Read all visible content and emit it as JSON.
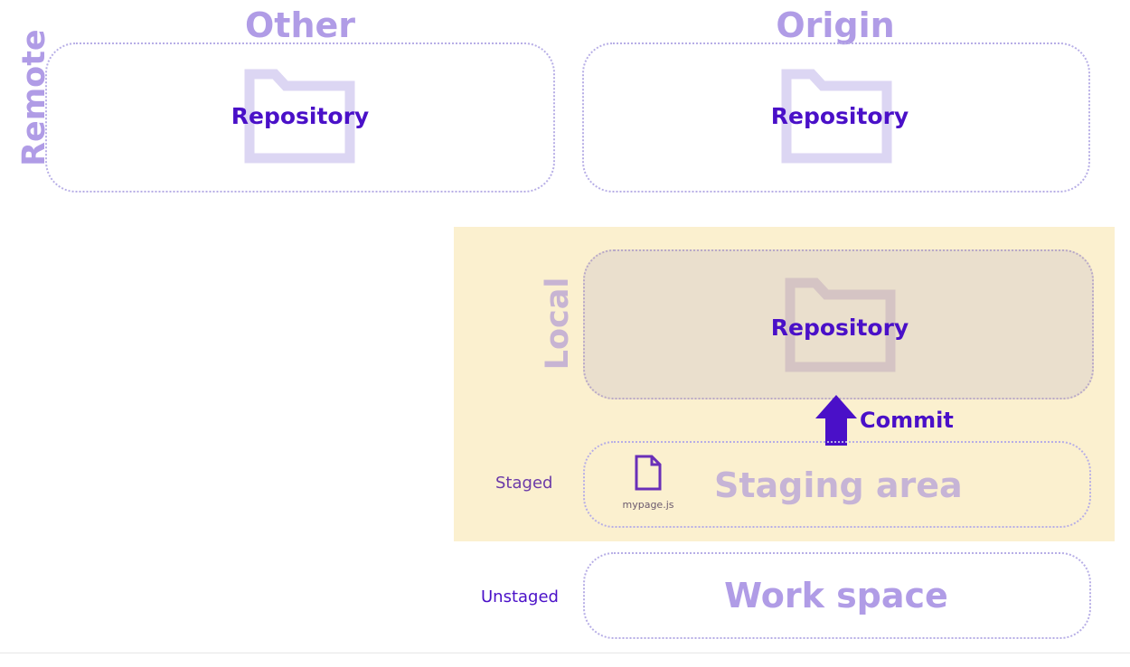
{
  "remote": {
    "label": "Remote",
    "other": {
      "title": "Other",
      "repo_label": "Repository"
    },
    "origin": {
      "title": "Origin",
      "repo_label": "Repository"
    }
  },
  "local": {
    "label": "Local",
    "repo_label": "Repository",
    "commit_label": "Commit",
    "staged_label": "Staged",
    "staging_area_label": "Staging area",
    "file_name": "mypage.js"
  },
  "workspace": {
    "unstaged_label": "Unstaged",
    "label": "Work space"
  },
  "colors": {
    "accent": "#4a10c8",
    "muted_purple": "#b09ce6",
    "local_bg": "#fbf0cf",
    "local_repo_bg": "#eadfcd",
    "folder_light": "#dcd6f3",
    "folder_local": "#d5c4c4"
  }
}
